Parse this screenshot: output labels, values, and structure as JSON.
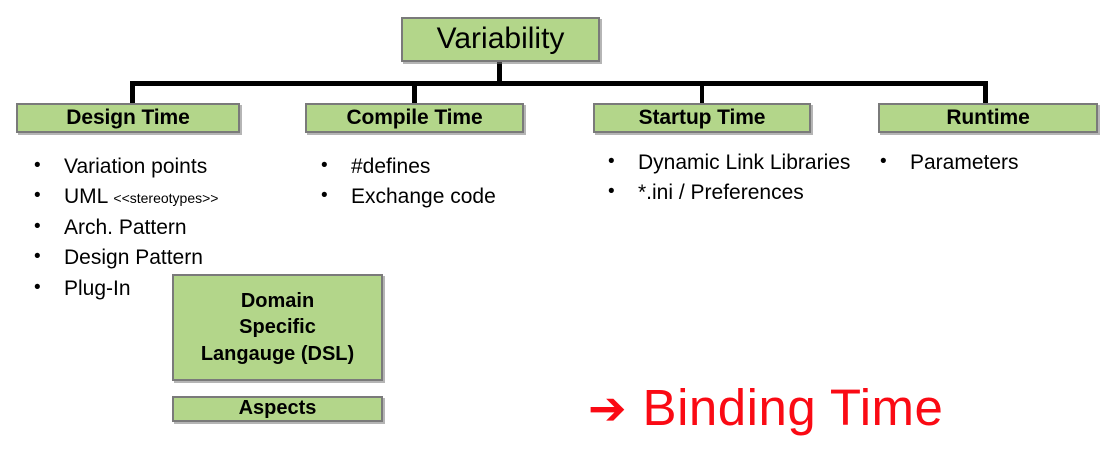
{
  "colors": {
    "box_fill": "#b3d68a",
    "box_border": "#7a7a7a",
    "connector": "#000000",
    "callout_red": "#fa0a14",
    "background": "#ffffff",
    "text": "#000000"
  },
  "diagram": {
    "root": {
      "label": "Variability"
    },
    "branches": [
      {
        "label": "Design Time",
        "items": [
          {
            "text": "Variation points"
          },
          {
            "text": "UML ",
            "small_suffix": "<<stereotypes>>"
          },
          {
            "text": "Arch. Pattern"
          },
          {
            "text": "Design Pattern"
          },
          {
            "text": "Plug-In"
          }
        ]
      },
      {
        "label": "Compile Time",
        "items": [
          {
            "text": "#defines"
          },
          {
            "text": "Exchange code"
          }
        ]
      },
      {
        "label": "Startup Time",
        "items": [
          {
            "text": "Dynamic Link Libraries"
          },
          {
            "text": "*.ini / Preferences"
          }
        ]
      },
      {
        "label": "Runtime",
        "items": [
          {
            "text": "Parameters"
          }
        ]
      }
    ],
    "extra_boxes": [
      {
        "name": "dsl",
        "line1": "Domain",
        "line2": "Specific",
        "line3": "Langauge (DSL)"
      },
      {
        "name": "aspects",
        "label": "Aspects"
      }
    ],
    "callout": {
      "arrow": "➔",
      "arrow_icon_name": "right-arrow-icon",
      "text": "Binding Time"
    },
    "bullet_glyph": "•"
  }
}
